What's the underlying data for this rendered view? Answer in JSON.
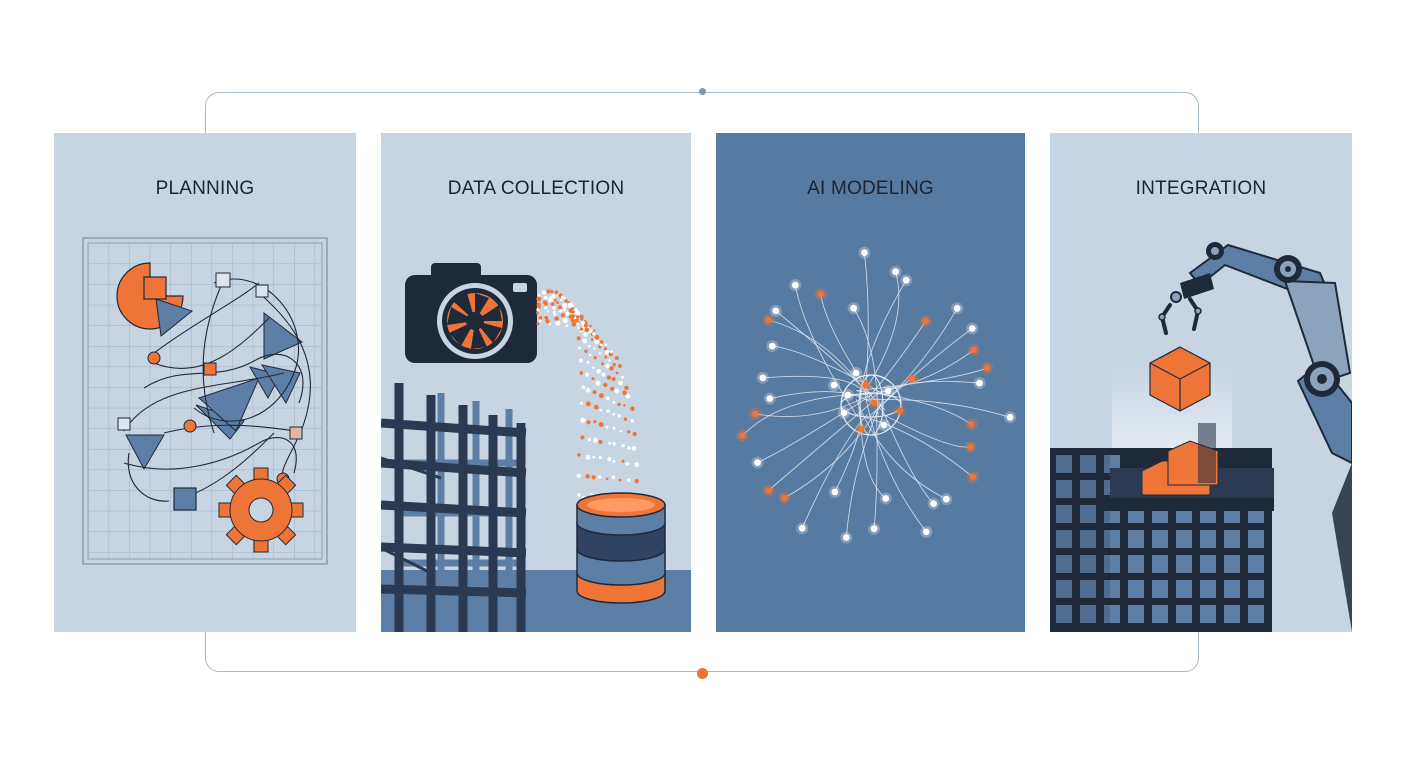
{
  "stages": [
    {
      "id": "planning",
      "label": "PLANNING"
    },
    {
      "id": "data-collection",
      "label": "DATA COLLECTION"
    },
    {
      "id": "ai-modeling",
      "label": "AI MODELING"
    },
    {
      "id": "integration",
      "label": "INTEGRATION"
    }
  ],
  "colors": {
    "panel_light": "#c7d5e3",
    "panel_dark": "#577aa0",
    "accent_orange": "#ee7537",
    "navy": "#1e2a3a",
    "steel_blue": "#5d7fa5",
    "frame_line": "#a9b8c8"
  },
  "icons": {
    "planning": "blueprint-gear-icon",
    "data-collection": "camera-database-icon",
    "ai-modeling": "neural-network-icon",
    "integration": "robot-arm-icon"
  }
}
